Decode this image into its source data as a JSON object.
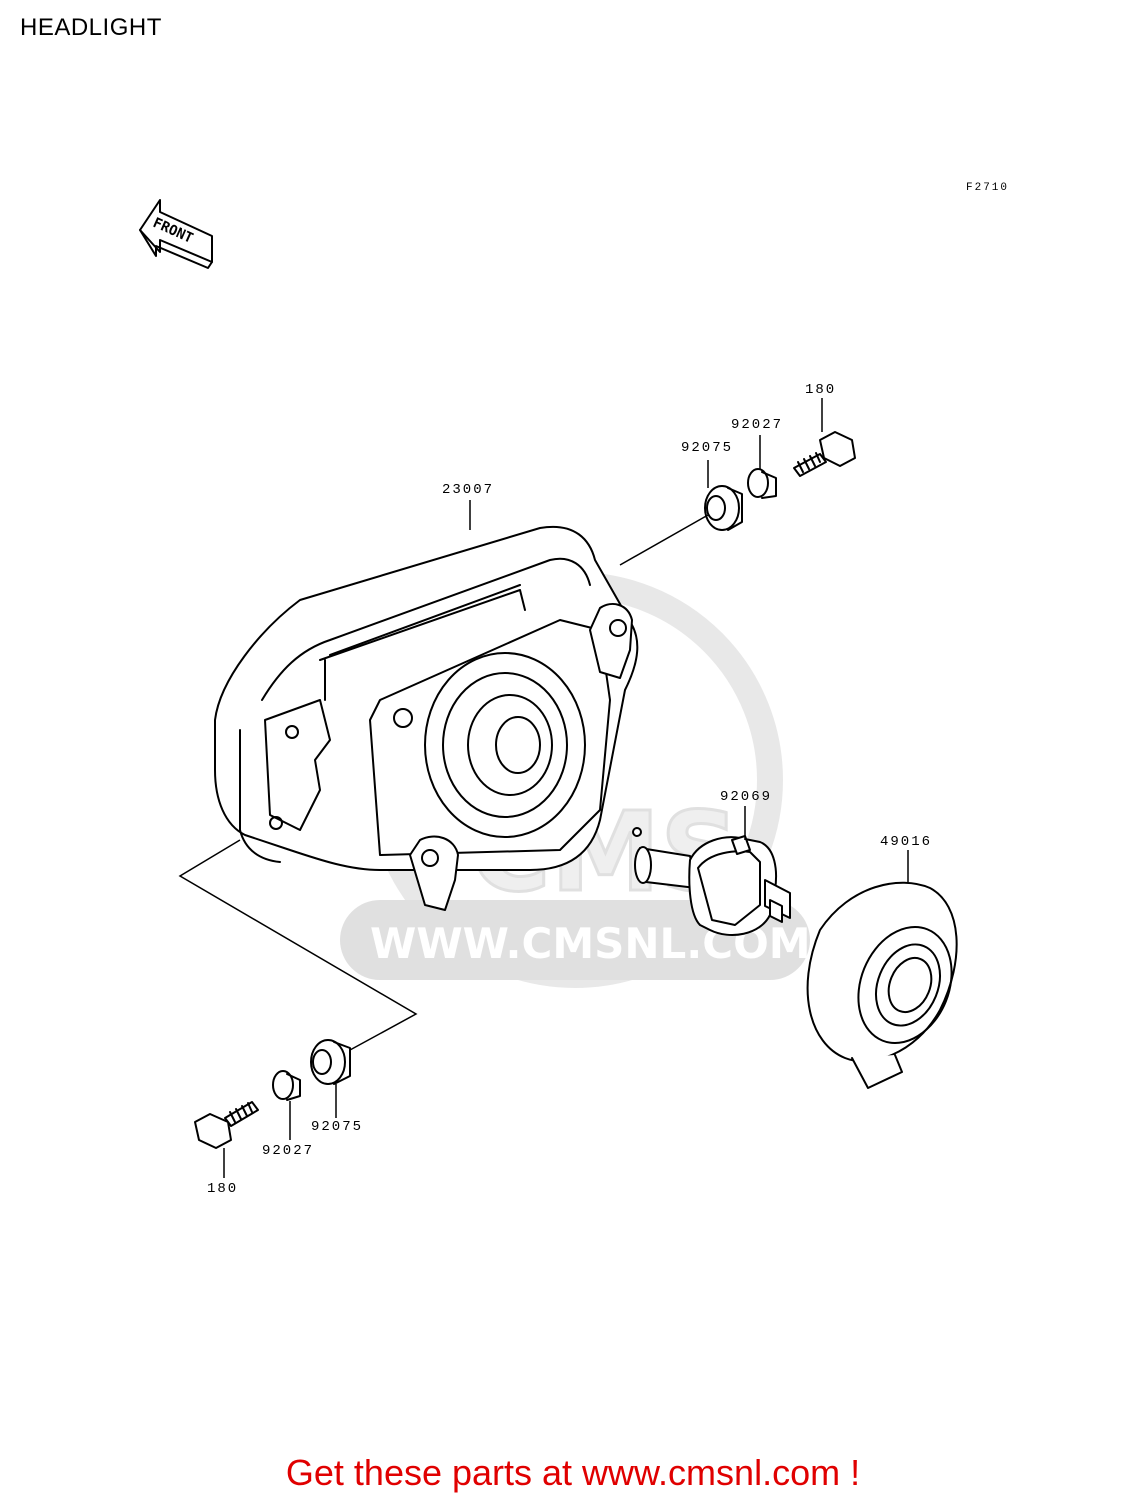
{
  "title": "HEADLIGHT",
  "figure_code": "F2710",
  "direction_arrow": {
    "label": "FRONT"
  },
  "parts": {
    "headlight_unit": "23007",
    "bolt_top": "180",
    "washer_top": "92027",
    "grommet_top": "92075",
    "bulb": "92069",
    "socket_cover": "49016",
    "grommet_bottom": "92075",
    "washer_bottom": "92027",
    "bolt_bottom": "180"
  },
  "watermark": {
    "logo_text": "CMS",
    "url_text": "WWW.CMSNL.COM"
  },
  "cta_text": "Get these parts at www.cmsnl.com !"
}
